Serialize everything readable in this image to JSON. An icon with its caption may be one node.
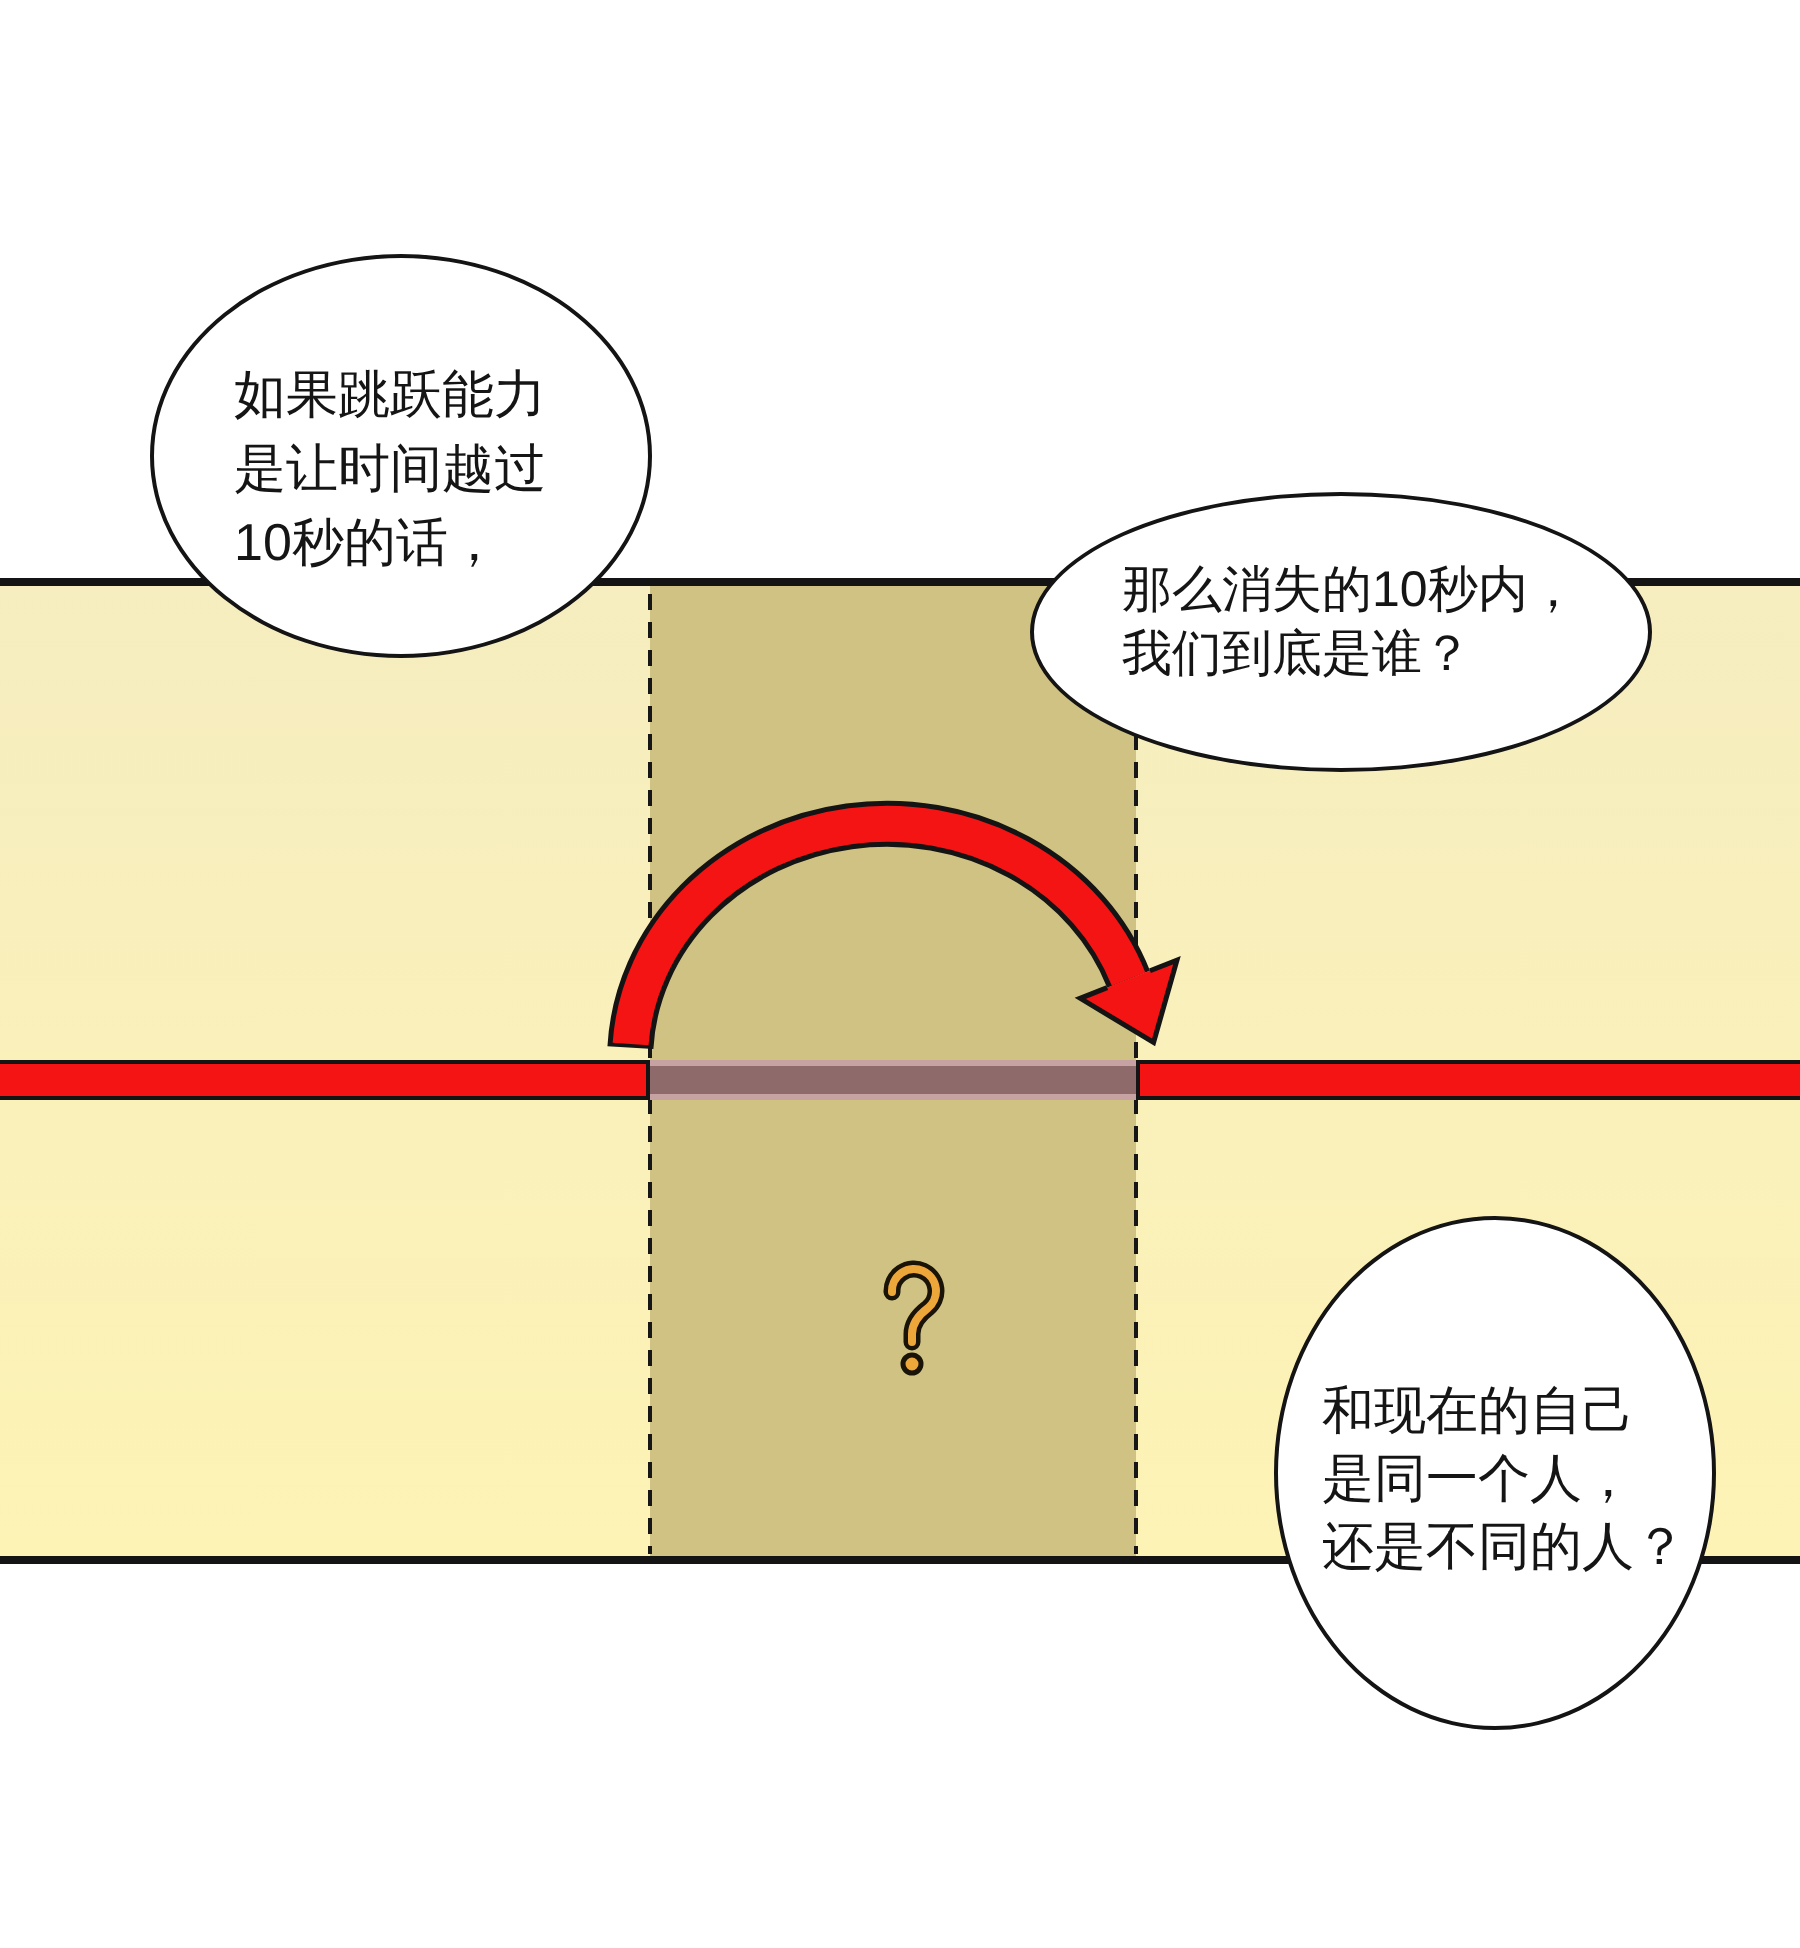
{
  "diagram": {
    "nodes": [
      {
        "text": [
          "如果跳跃能力是让时间越过10秒的话，"
        ]
      },
      {
        "text": [
          "那么消失的10秒内，我们到底是谁？"
        ]
      },
      {
        "text": [],
        "shape": "bar"
      },
      {
        "text": [],
        "shape": "bar"
      },
      {
        "text": [],
        "shape": "bar"
      },
      {
        "text": [
          "和现在的自己是同一个人，还是不同的人？"
        ]
      }
    ],
    "edges": [
      {
        "from": 2,
        "to": 4,
        "arrow": "to"
      }
    ]
  }
}
